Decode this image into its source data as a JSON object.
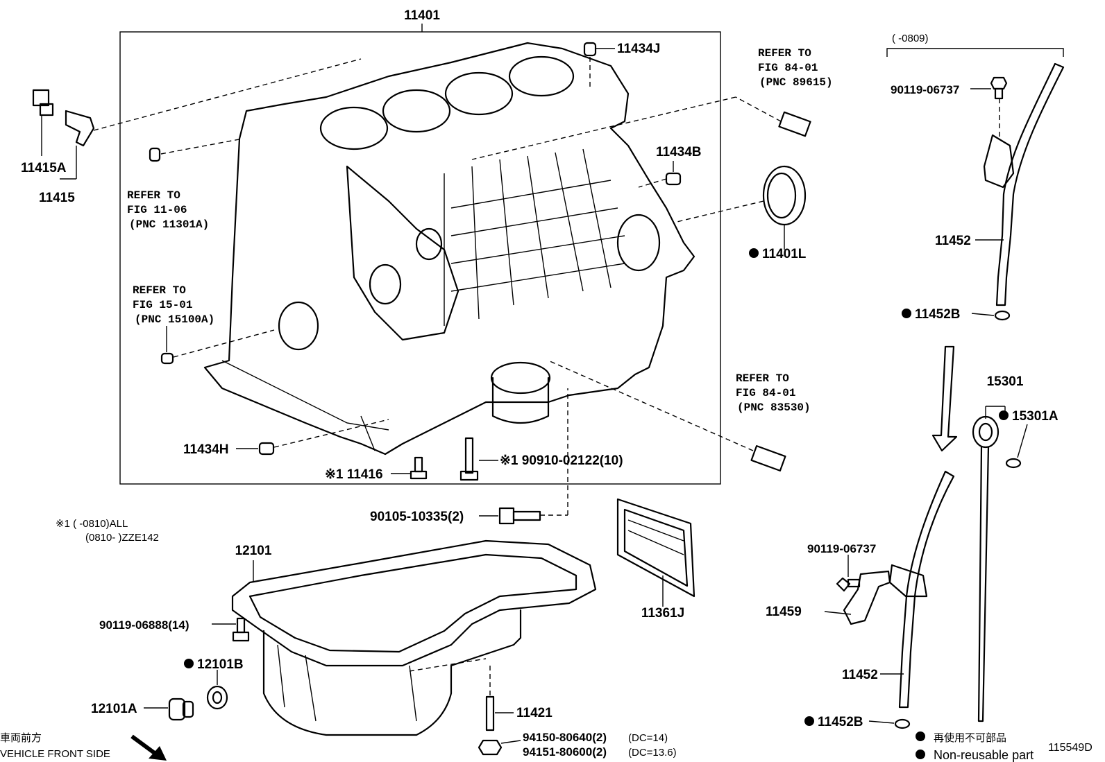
{
  "figure_code": "115549D",
  "range_note": "(     -0809)",
  "footnote": {
    "line1": "※1 (     -0810)ALL",
    "line2": "(0810-     )ZZE142"
  },
  "front_side": {
    "jp": "車両前方",
    "en": "VEHICLE FRONT SIDE"
  },
  "legend": {
    "jp": "再使用不可部品",
    "en": "Non-reusable part"
  },
  "references": [
    {
      "line1": "REFER TO",
      "line2": "FIG 11-06",
      "line3": "(PNC 11301A)"
    },
    {
      "line1": "REFER TO",
      "line2": "FIG 15-01",
      "line3": "(PNC 15100A)"
    },
    {
      "line1": "REFER TO",
      "line2": "FIG 84-01",
      "line3": "(PNC 89615)"
    },
    {
      "line1": "REFER TO",
      "line2": "FIG 84-01",
      "line3": "(PNC 83530)"
    }
  ],
  "parts": {
    "p11401": "11401",
    "p11434J": "11434J",
    "p11434B": "11434B",
    "p11434H": "11434H",
    "p11415A": "11415A",
    "p11415": "11415",
    "p11401L": "11401L",
    "p11416": "※1 11416",
    "p90910": "※1 90910-02122(10)",
    "p90105": "90105-10335(2)",
    "p12101": "12101",
    "p90119_06888": "90119-06888(14)",
    "p12101B": "12101B",
    "p12101A": "12101A",
    "p11421": "11421",
    "p94150": "94150-80640(2)",
    "p94150_dc": "(DC=14)",
    "p94151": "94151-80600(2)",
    "p94151_dc": "(DC=13.6)",
    "p11361J": "11361J",
    "p90119_06737_a": "90119-06737",
    "p11452_a": "11452",
    "p11452B_a": "11452B",
    "p15301": "15301",
    "p15301A": "15301A",
    "p90119_06737_b": "90119-06737",
    "p11459": "11459",
    "p11452_b": "11452",
    "p11452B_b": "11452B"
  }
}
